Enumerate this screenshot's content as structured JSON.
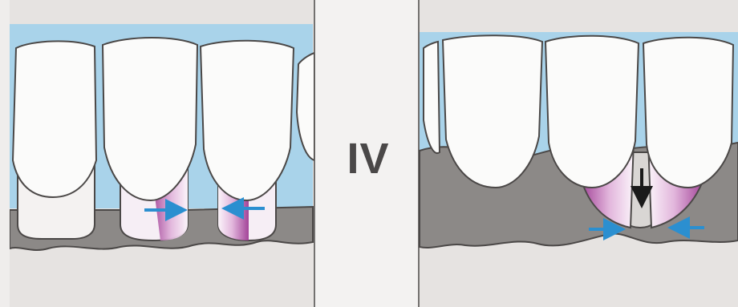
{
  "figure": {
    "center_label": "IV",
    "panels": [
      {
        "name": "left",
        "description_hidden": true,
        "arrows": [
          {
            "direction": "right",
            "color": "#2b8fd0"
          },
          {
            "direction": "left",
            "color": "#2b8fd0"
          }
        ]
      },
      {
        "name": "right",
        "arrows": [
          {
            "direction": "down",
            "color": "#1a1a1a"
          },
          {
            "direction": "right",
            "color": "#2b8fd0"
          },
          {
            "direction": "left",
            "color": "#2b8fd0"
          }
        ]
      }
    ],
    "colors": {
      "sky": "#a9d3ea",
      "gum": "#8c8987",
      "bone": "#e3e0de",
      "tooth": "#fbfbfa",
      "root_shade": "#a13f96",
      "divider": "#f3f2f1",
      "label": "#4a4848"
    }
  }
}
